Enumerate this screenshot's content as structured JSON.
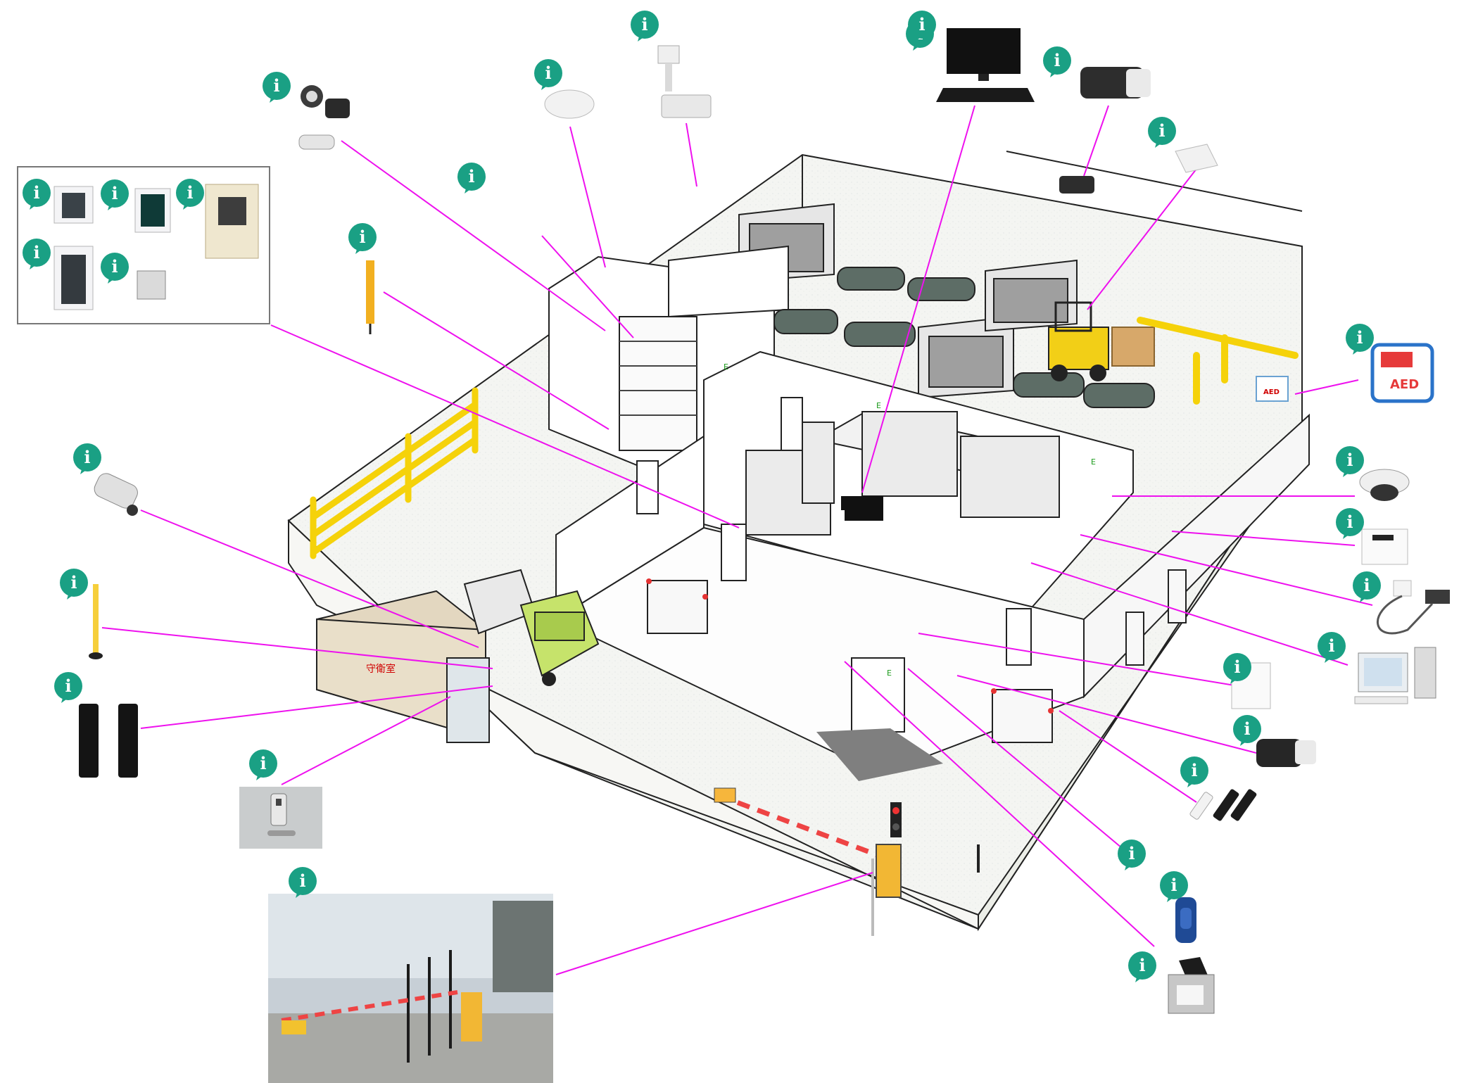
{
  "diagram": {
    "guard_room_label": "守衛室",
    "aed_label": "AED",
    "exit_sign": "E",
    "connector_color": "#ee11ee",
    "info_badge": {
      "glyph": "i",
      "color": "#1aa084",
      "icon": "info-icon"
    }
  },
  "devices": [
    {
      "id": "floodlight-camera",
      "icon": "floodlight-camera-icon"
    },
    {
      "id": "ceiling-sensor",
      "icon": "ceiling-sensor-icon"
    },
    {
      "id": "ceiling-box-camera",
      "icon": "box-camera-icon"
    },
    {
      "id": "monitor-recorder",
      "icon": "monitor-icon"
    },
    {
      "id": "dual-lens-camera",
      "icon": "bullet-camera-icon"
    },
    {
      "id": "wireless-sensor",
      "icon": "wireless-sensor-icon"
    },
    {
      "id": "access-panels",
      "icon": "control-panel-icon"
    },
    {
      "id": "door-magnet-sensor",
      "icon": "door-sensor-icon"
    },
    {
      "id": "pole-beam-sensor",
      "icon": "beam-sensor-pole-icon"
    },
    {
      "id": "bullet-camera-left",
      "icon": "bullet-camera-icon"
    },
    {
      "id": "standing-pole",
      "icon": "beam-pole-icon"
    },
    {
      "id": "infrared-beam-pair",
      "icon": "infrared-beam-icon"
    },
    {
      "id": "electronic-door-lock",
      "icon": "door-lock-icon"
    },
    {
      "id": "gate-barrier-photo",
      "icon": "gate-barrier-icon"
    },
    {
      "id": "aed-cabinet",
      "icon": "aed-icon"
    },
    {
      "id": "dome-camera",
      "icon": "dome-camera-icon"
    },
    {
      "id": "control-unit",
      "icon": "control-unit-icon"
    },
    {
      "id": "wired-sensor",
      "icon": "wired-sensor-icon"
    },
    {
      "id": "pc-workstation",
      "icon": "pc-icon"
    },
    {
      "id": "small-panel",
      "icon": "panel-icon"
    },
    {
      "id": "bullet-camera-right",
      "icon": "bullet-camera-icon"
    },
    {
      "id": "contact-sensors",
      "icon": "contact-sensor-icon"
    },
    {
      "id": "blue-siren",
      "icon": "siren-icon"
    },
    {
      "id": "solar-unit",
      "icon": "solar-panel-icon"
    }
  ]
}
